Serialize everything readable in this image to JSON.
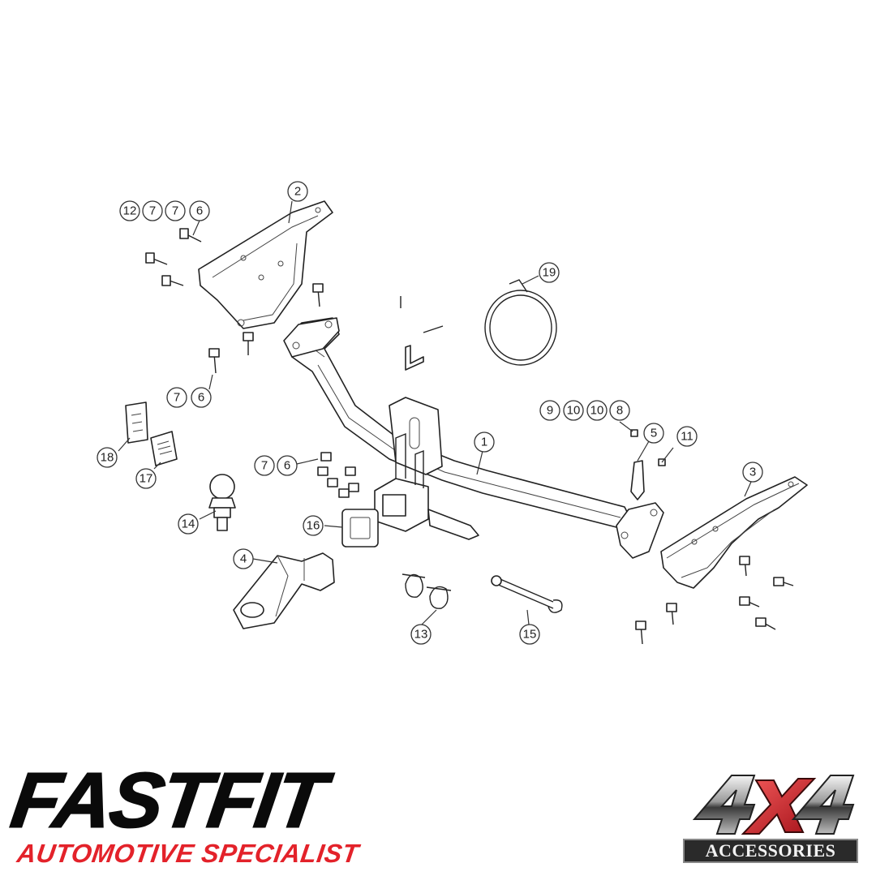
{
  "callouts": [
    {
      "label": "1"
    },
    {
      "label": "2"
    },
    {
      "label": "3"
    },
    {
      "label": "4"
    },
    {
      "label": "5"
    },
    {
      "label": "6"
    },
    {
      "label": "7"
    },
    {
      "label": "8"
    },
    {
      "label": "9"
    },
    {
      "label": "10"
    },
    {
      "label": "11"
    },
    {
      "label": "12"
    },
    {
      "label": "13"
    },
    {
      "label": "14"
    },
    {
      "label": "15"
    },
    {
      "label": "16"
    },
    {
      "label": "17"
    },
    {
      "label": "18"
    },
    {
      "label": "19"
    }
  ],
  "brand": {
    "name": "FASTFIT",
    "tagline": "AUTOMOTIVE SPECIALIST",
    "tagline_color": "#e3222a"
  },
  "badge": {
    "mark": "4X4",
    "text": "ACCESSORIES",
    "accent_color": "#d2202a"
  }
}
